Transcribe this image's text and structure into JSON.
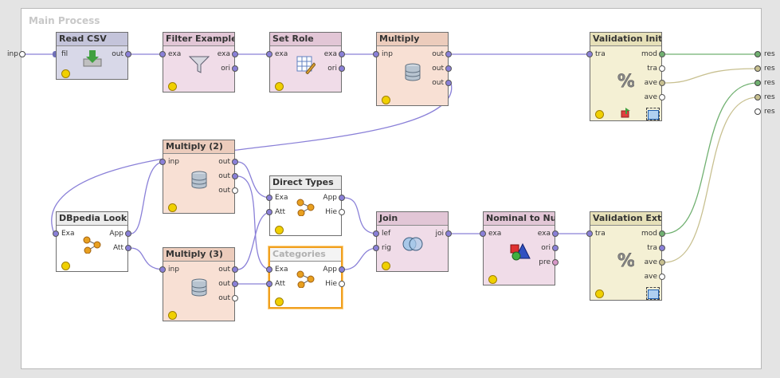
{
  "process": {
    "title": "Main Process"
  },
  "outer_ports": {
    "input": "inp",
    "outputs": [
      "res",
      "res",
      "res",
      "res",
      "res"
    ]
  },
  "colors": {
    "example_set": "#8a80d8",
    "model": "#70b070",
    "performance": "#c8c090",
    "selection": "#f0a020"
  },
  "operators": {
    "read_csv": {
      "name": "Read CSV",
      "in": [
        "fil"
      ],
      "out": [
        "out"
      ],
      "icon": "import-icon"
    },
    "filter_examples": {
      "name": "Filter Examples",
      "in": [
        "exa"
      ],
      "out": [
        "exa",
        "ori"
      ],
      "icon": "funnel-icon"
    },
    "set_role": {
      "name": "Set Role",
      "in": [
        "exa"
      ],
      "out": [
        "exa",
        "ori"
      ],
      "icon": "table-edit-icon"
    },
    "multiply": {
      "name": "Multiply",
      "in": [
        "inp"
      ],
      "out": [
        "out",
        "out",
        "out"
      ],
      "icon": "database-icon"
    },
    "validation_init": {
      "name": "Validation Initi...",
      "in": [
        "tra"
      ],
      "out": [
        "mod",
        "tra",
        "ave",
        "ave"
      ],
      "icon": "percent-icon"
    },
    "multiply_2": {
      "name": "Multiply (2)",
      "in": [
        "inp"
      ],
      "out": [
        "out",
        "out",
        "out"
      ],
      "icon": "database-icon"
    },
    "multiply_3": {
      "name": "Multiply (3)",
      "in": [
        "inp"
      ],
      "out": [
        "out",
        "out",
        "out"
      ],
      "icon": "database-icon"
    },
    "dbpedia_lookup": {
      "name": "DBpedia Look...",
      "in": [
        "Exa"
      ],
      "out": [
        "App",
        "Att"
      ],
      "icon": "linked-data-icon"
    },
    "direct_types": {
      "name": "Direct Types",
      "in": [
        "Exa",
        "Att"
      ],
      "out": [
        "App",
        "Hie"
      ],
      "icon": "linked-data-icon"
    },
    "categories": {
      "name": "Categories",
      "in": [
        "Exa",
        "Att"
      ],
      "out": [
        "App",
        "Hie"
      ],
      "icon": "linked-data-icon"
    },
    "join": {
      "name": "Join",
      "in": [
        "lef",
        "rig"
      ],
      "out": [
        "joi"
      ],
      "icon": "join-icon"
    },
    "nominal_to_numerical": {
      "name": "Nominal to Nu...",
      "in": [
        "exa"
      ],
      "out": [
        "exa",
        "ori",
        "pre"
      ],
      "icon": "shapes-icon"
    },
    "validation_ext": {
      "name": "Validation Ext...",
      "in": [
        "tra"
      ],
      "out": [
        "mod",
        "tra",
        "ave",
        "ave"
      ],
      "icon": "percent-icon"
    }
  }
}
